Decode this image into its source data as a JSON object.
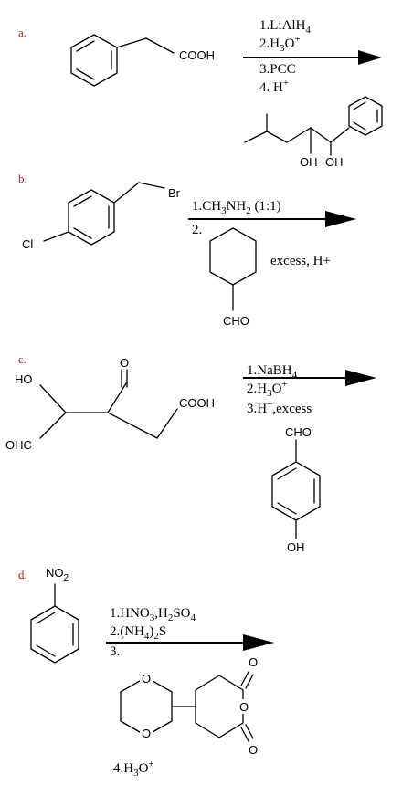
{
  "reactions": [
    {
      "label": "a.",
      "start_group": "COOH",
      "conditions": [
        "1.LiAlH",
        "2.H",
        "3.PCC",
        "4. H"
      ],
      "conditions_parts": {
        "c1_sub": "4",
        "c2_sub": "3",
        "c2_o": "O",
        "c2_sup": "+",
        "c4_sup": "+"
      },
      "product_groups": [
        "OH",
        "OH"
      ]
    },
    {
      "label": "b.",
      "start_groups": [
        "Br",
        "Cl"
      ],
      "conditions": [
        "1.CH",
        "NH",
        " (1:1)",
        "2."
      ],
      "conditions_parts": {
        "sub3": "3",
        "sub2": "2"
      },
      "reagent_note": "excess, H+",
      "reagent_group": "CHO"
    },
    {
      "label": "c.",
      "start_groups": [
        "HO",
        "O",
        "COOH",
        "OHC"
      ],
      "conditions": [
        "1.NaBH",
        "2.H",
        "3.H",
        ",excess"
      ],
      "conditions_parts": {
        "c1_sub": "4",
        "c2_sub": "3",
        "c2_o": "O",
        "c2_sup": "+",
        "c3_sup": "+"
      },
      "reagent_groups": [
        "CHO",
        "OH"
      ]
    },
    {
      "label": "d.",
      "start_group_prefix": "NO",
      "start_group_sub": "2",
      "conditions": [
        "1.HNO",
        ",H",
        "SO",
        "2.(NH",
        ")",
        "S",
        "3."
      ],
      "conditions_parts": {
        "s3": "3",
        "s2": "2",
        "s4": "4",
        "s4b": "4",
        "s2b": "2"
      },
      "reagent_atoms": [
        "O",
        "O",
        "O",
        "O",
        "O"
      ],
      "final_step": "4.H",
      "final_step_parts": {
        "sub": "3",
        "o": "O",
        "sup": "+"
      }
    }
  ]
}
